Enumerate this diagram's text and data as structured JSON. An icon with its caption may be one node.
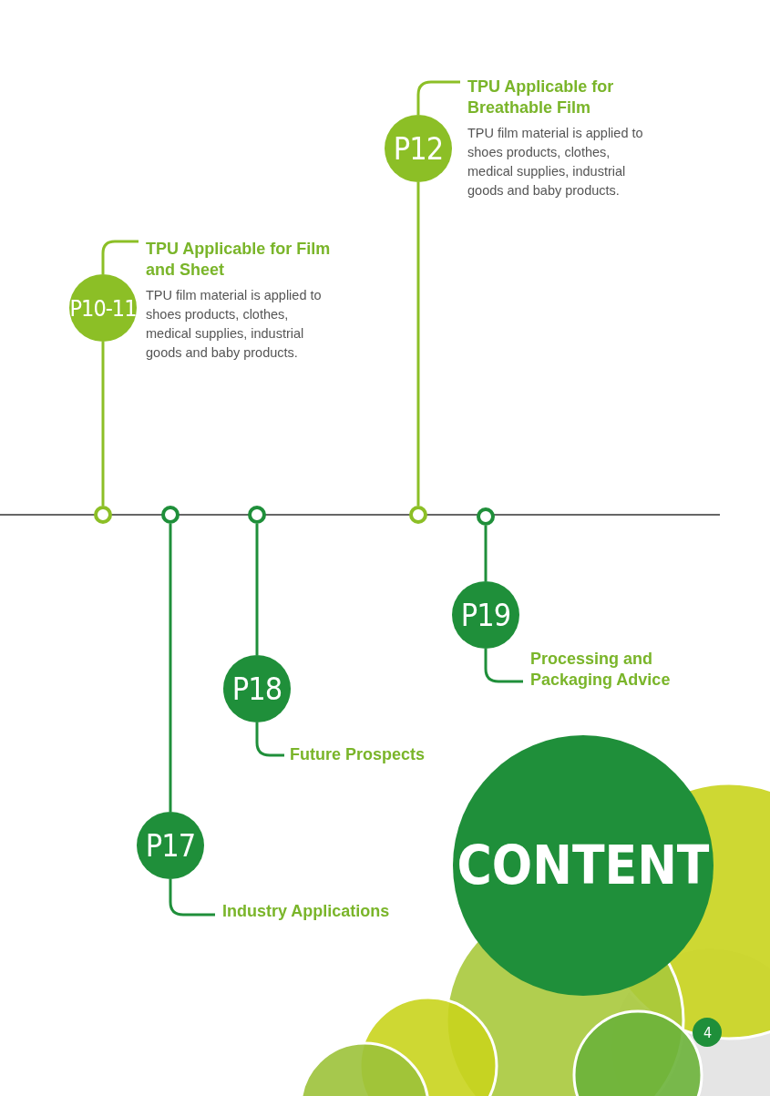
{
  "diagram": {
    "nodes": [
      {
        "text": [
          "P12"
        ],
        "beside": [
          "TPU Applicable for Breathable Film",
          "TPU film material is applied to shoes products, clothes, medical supplies, industrial goods and baby products."
        ]
      },
      {
        "text": [
          "P10-11"
        ],
        "beside": [
          "TPU Applicable for Film and Sheet",
          "TPU film material is applied to shoes products, clothes, medical supplies, industrial goods and baby products."
        ]
      },
      {
        "text": [],
        "shape": "circle"
      },
      {
        "text": [],
        "shape": "circle"
      },
      {
        "text": [],
        "shape": "circle"
      },
      {
        "text": [],
        "shape": "circle"
      },
      {
        "text": [],
        "shape": "circle"
      },
      {
        "text": [
          "P19"
        ],
        "beside": [
          "Processing and Packaging Advice"
        ]
      },
      {
        "text": [
          "P18"
        ],
        "beside": [
          "Future Prospects"
        ]
      },
      {
        "text": [
          "P17"
        ],
        "beside": [
          "Industry Applications"
        ]
      },
      {
        "text": [
          "CONTENT"
        ]
      },
      {
        "text": [
          "4"
        ]
      }
    ],
    "edges": [
      {
        "from": 2,
        "to": 1,
        "arrow": "none",
        "color": "#8cbf26"
      },
      {
        "from": 3,
        "to": 9,
        "arrow": "none"
      },
      {
        "from": 4,
        "to": 8,
        "arrow": "none"
      },
      {
        "from": 5,
        "to": 0,
        "arrow": "none",
        "color": "#8cbf26"
      },
      {
        "from": 6,
        "to": 7,
        "arrow": "none"
      }
    ]
  }
}
